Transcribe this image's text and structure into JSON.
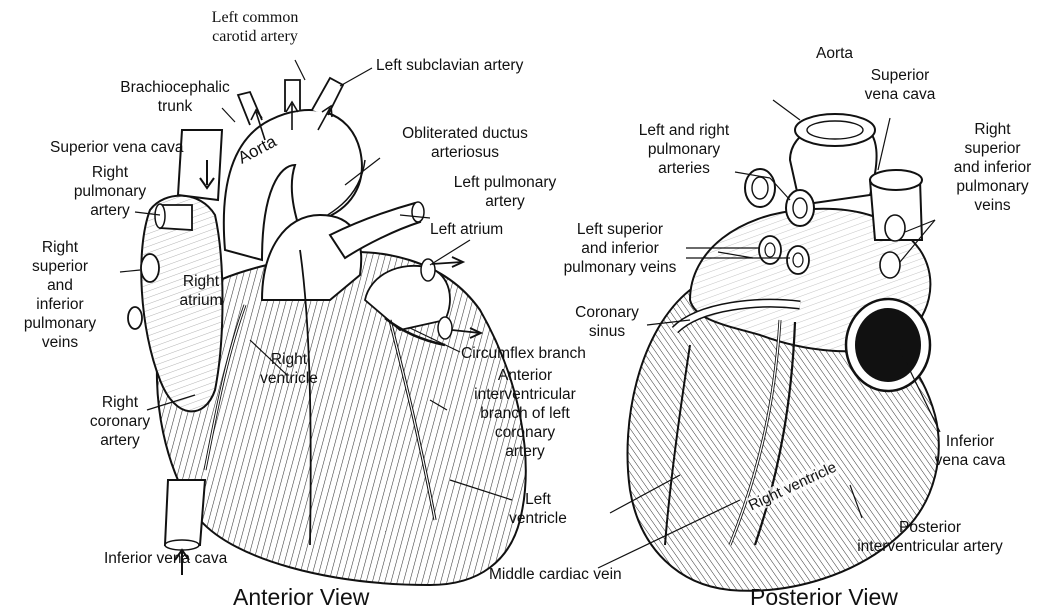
{
  "anterior": {
    "caption": "Anterior View",
    "labels": {
      "left_common_carotid": "Left common\ncarotid artery",
      "left_subclavian": "Left subclavian artery",
      "brachiocephalic": "Brachiocephalic\ntrunk",
      "obliterated_ductus": "Obliterated ductus\narteriosus",
      "superior_vena_cava": "Superior vena cava",
      "right_pulmonary_artery": "Right\npulmonary\nartery",
      "left_pulmonary_artery": "Left pulmonary\nartery",
      "left_atrium": "Left atrium",
      "right_pulm_veins": "Right\nsuperior\nand\ninferior\npulmonary\nveins",
      "right_atrium": "Right\natrium",
      "circumflex": "Circumflex branch",
      "right_ventricle": "Right\nventricle",
      "anterior_interventricular": "Anterior\ninterventricular\nbranch of left\ncoronary\nartery",
      "right_coronary": "Right\ncoronary\nartery",
      "left_ventricle": "Left\nventricle",
      "inferior_vena_cava": "Inferior vena cava",
      "aorta": "Aorta"
    }
  },
  "posterior": {
    "caption": "Posterior View",
    "labels": {
      "aorta": "Aorta",
      "superior_vena_cava": "Superior\nvena cava",
      "left_right_pulm_arteries": "Left and right\npulmonary\narteries",
      "right_pulm_veins": "Right\nsuperior\nand inferior\npulmonary\nveins",
      "left_pulm_veins": "Left superior\nand inferior\npulmonary veins",
      "coronary_sinus": "Coronary\nsinus",
      "inferior_vena_cava": "Inferior\nvena cava",
      "right_ventricle": "Right ventricle",
      "posterior_interventricular": "Posterior\ninterventricular artery",
      "middle_cardiac_vein": "Middle cardiac vein"
    }
  }
}
